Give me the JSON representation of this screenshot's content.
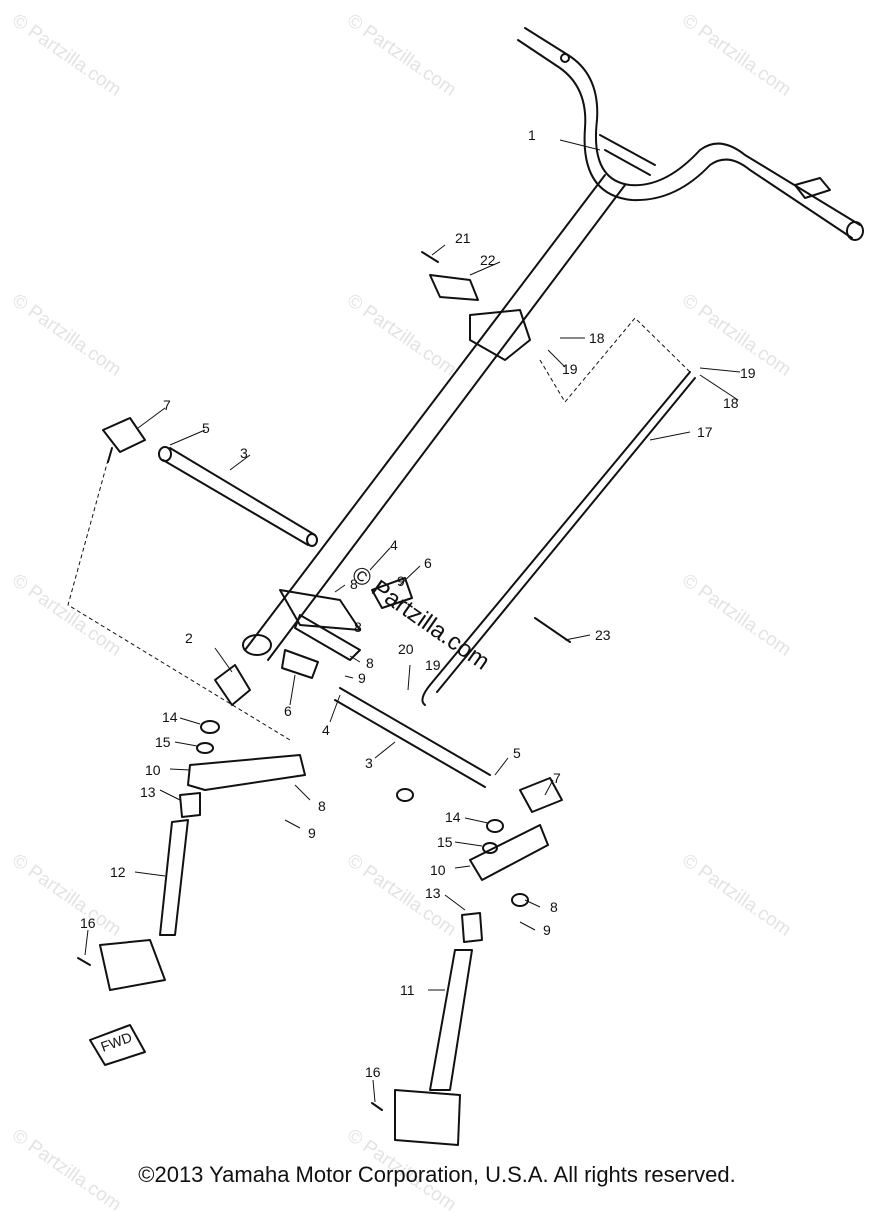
{
  "watermark": "© Partzilla.com",
  "center_watermark": "© Partzilla.com",
  "copyright": "©2013 Yamaha Motor Corporation, U.S.A. All rights reserved.",
  "fwd_label": "FWD",
  "callouts": [
    "1",
    "2",
    "3",
    "3",
    "4",
    "4",
    "5",
    "5",
    "6",
    "6",
    "7",
    "7",
    "8",
    "8",
    "8",
    "8",
    "8",
    "9",
    "9",
    "9",
    "9",
    "10",
    "10",
    "11",
    "12",
    "13",
    "13",
    "14",
    "14",
    "15",
    "15",
    "16",
    "16",
    "17",
    "18",
    "18",
    "19",
    "19",
    "19",
    "20",
    "21",
    "22",
    "23"
  ]
}
